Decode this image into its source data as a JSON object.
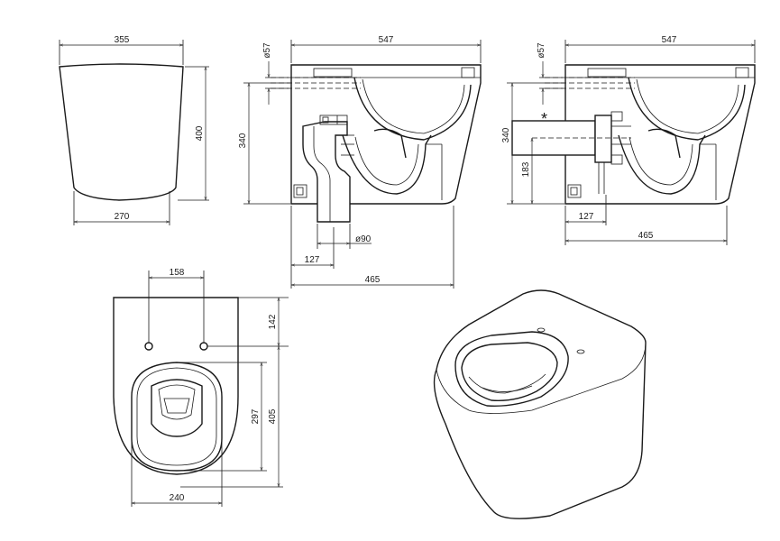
{
  "front_view": {
    "top_width": "355",
    "height": "400",
    "base_width": "270"
  },
  "side_view_a": {
    "width": "547",
    "inlet_dia": "ø57",
    "height": "340",
    "outlet_dia": "ø90",
    "outlet_offset": "127",
    "depth": "465"
  },
  "side_view_b": {
    "width": "547",
    "inlet_dia": "ø57",
    "height": "340",
    "marker": "*",
    "outlet_height": "183",
    "outlet_offset": "127",
    "depth": "465"
  },
  "plan_view": {
    "hole_spacing": "158",
    "hole_setback": "142",
    "bowl_length": "297",
    "total_length": "405",
    "bowl_width": "240"
  }
}
